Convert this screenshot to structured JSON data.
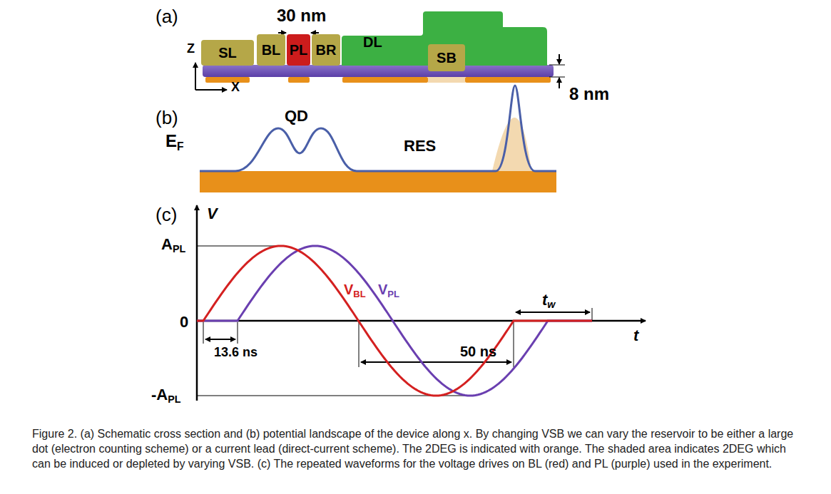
{
  "diagram": {
    "caption": "Figure 2. (a) Schematic cross section and (b) potential landscape of the device along x. By changing VSB we can vary the reservoir to be either a large dot (electron counting scheme) or a current lead (direct-current scheme). The 2DEG is indicated with orange. The shaded area indicates 2DEG which can be induced or depleted by varying VSB. (c) The repeated waveforms for the voltage drives on BL (red) and PL (purple) used in the experiment.",
    "nodes": [
      {
        "text": [
          "SL"
        ]
      },
      {
        "text": [
          "BL"
        ]
      },
      {
        "text": [
          "PL"
        ]
      },
      {
        "text": [
          "BR"
        ]
      },
      {
        "text": [
          "DL"
        ]
      },
      {
        "text": [
          "SB"
        ],
        "in": 4
      }
    ],
    "labels": [
      "(a)",
      "30 nm",
      "Z",
      "X",
      "8 nm",
      "(b)",
      "EF",
      "QD",
      "RES",
      "(c)",
      "V",
      "APL",
      "0",
      "-APL",
      "VBL",
      "VPL",
      "tw",
      "t",
      "13.6 ns",
      "50 ns"
    ]
  }
}
